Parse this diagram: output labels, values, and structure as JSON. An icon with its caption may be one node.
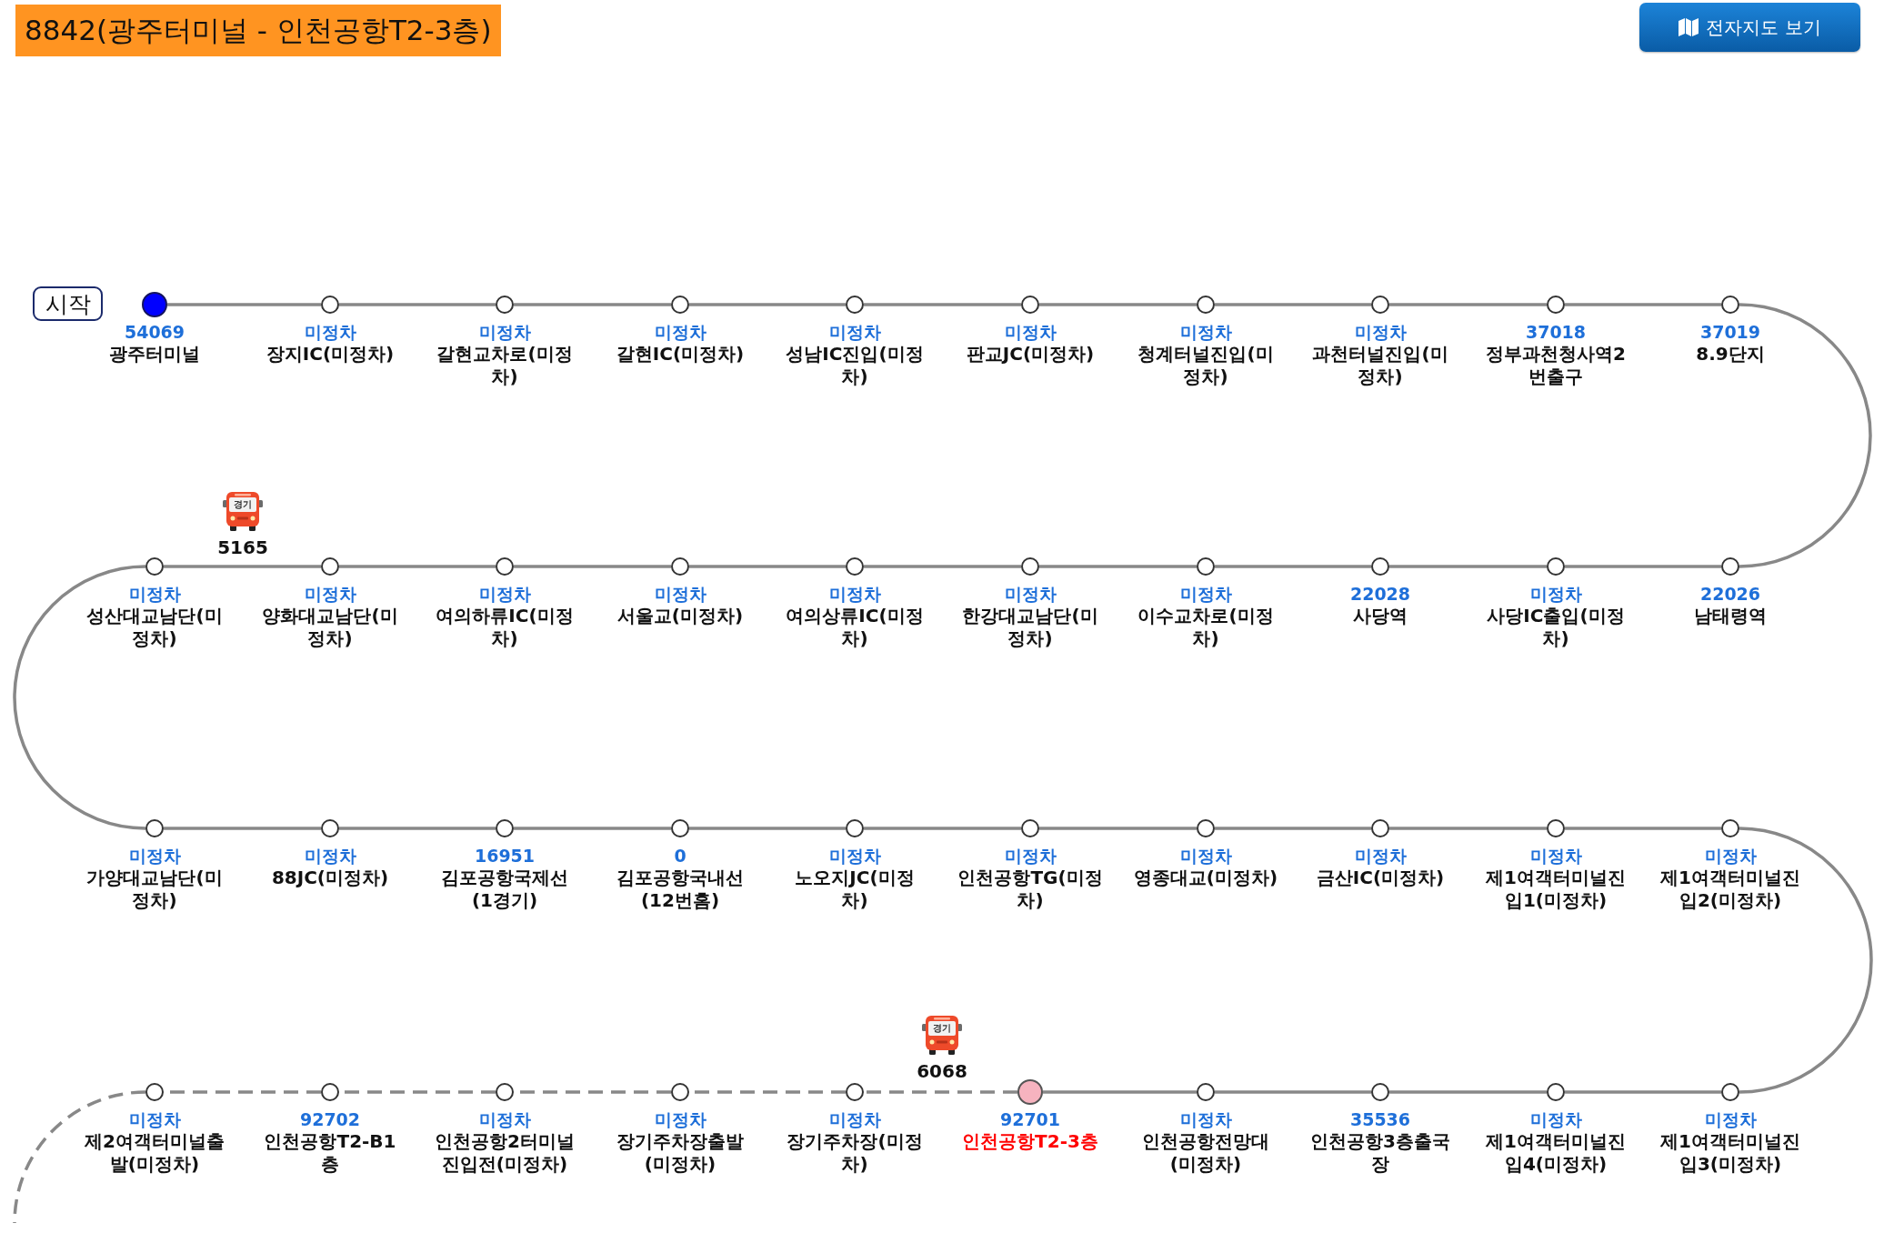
{
  "diagram": {
    "title": "8842(광주터미널 - 인천공항T2-3층)",
    "nodes": [
      {
        "text": [
          "시작"
        ]
      },
      {
        "text": [
          "54069",
          "광주터미널"
        ]
      },
      {
        "text": [
          "미정차",
          "장지IC(미정차)"
        ]
      },
      {
        "text": [
          "미정차",
          "갈현교차로(미정차)"
        ]
      },
      {
        "text": [
          "미정차",
          "갈현IC(미정차)"
        ]
      },
      {
        "text": [
          "미정차",
          "성남IC진입(미정차)"
        ]
      },
      {
        "text": [
          "미정차",
          "판교JC(미정차)"
        ]
      },
      {
        "text": [
          "미정차",
          "청계터널진입(미정차)"
        ]
      },
      {
        "text": [
          "미정차",
          "과천터널진입(미정차)"
        ]
      },
      {
        "text": [
          "37018",
          "정부과천청사역2번출구"
        ]
      },
      {
        "text": [
          "37019",
          "8.9단지"
        ]
      },
      {
        "text": [
          "22026",
          "남태령역"
        ]
      },
      {
        "text": [
          "미정차",
          "사당IC출입(미정차)"
        ]
      },
      {
        "text": [
          "22028",
          "사당역"
        ]
      },
      {
        "text": [
          "미정차",
          "이수교차로(미정차)"
        ]
      },
      {
        "text": [
          "미정차",
          "한강대교남단(미정차)"
        ]
      },
      {
        "text": [
          "미정차",
          "여의상류IC(미정차)"
        ]
      },
      {
        "text": [
          "미정차",
          "서울교(미정차)"
        ]
      },
      {
        "text": [
          "미정차",
          "여의하류IC(미정차)"
        ]
      },
      {
        "text": [
          "미정차",
          "양화대교남단(미정차)"
        ]
      },
      {
        "text": [
          "미정차",
          "성산대교남단(미정차)"
        ]
      },
      {
        "text": [
          "미정차",
          "가양대교남단(미정차)"
        ]
      },
      {
        "text": [
          "미정차",
          "88JC(미정차)"
        ]
      },
      {
        "text": [
          "16951",
          "김포공항국제선(1경기)"
        ]
      },
      {
        "text": [
          "0",
          "김포공항국내선(12번홈)"
        ]
      },
      {
        "text": [
          "미정차",
          "노오지JC(미정차)"
        ]
      },
      {
        "text": [
          "미정차",
          "인천공항TG(미정차)"
        ]
      },
      {
        "text": [
          "미정차",
          "영종대교(미정차)"
        ]
      },
      {
        "text": [
          "미정차",
          "금산IC(미정차)"
        ]
      },
      {
        "text": [
          "미정차",
          "제1여객터미널진입1(미정차)"
        ]
      },
      {
        "text": [
          "미정차",
          "제1여객터미널진입2(미정차)"
        ]
      },
      {
        "text": [
          "미정차",
          "제1여객터미널진입3(미정차)"
        ]
      },
      {
        "text": [
          "미정차",
          "제1여객터미널진입4(미정차)"
        ]
      },
      {
        "text": [
          "35536",
          "인천공항3층출국장"
        ]
      },
      {
        "text": [
          "미정차",
          "인천공항전망대(미정차)"
        ]
      },
      {
        "text": [
          "92701",
          "인천공항T2-3층"
        ]
      },
      {
        "text": [
          "미정차",
          "장기주차장(미정차)"
        ]
      },
      {
        "text": [
          "미정차",
          "장기주차장출발(미정차)"
        ]
      },
      {
        "text": [
          "미정차",
          "인천공항2터미널진입전(미정차)"
        ]
      },
      {
        "text": [
          "92702",
          "인천공항T2-B1층"
        ]
      },
      {
        "text": [
          "미정차",
          "제2여객터미널출발(미정차)"
        ]
      }
    ],
    "edges": [
      {
        "from": 1,
        "to": 2,
        "arrow": "none"
      },
      {
        "from": 2,
        "to": 3,
        "arrow": "none"
      },
      {
        "from": 3,
        "to": 4,
        "arrow": "none"
      },
      {
        "from": 4,
        "to": 5,
        "arrow": "none"
      },
      {
        "from": 5,
        "to": 6,
        "arrow": "none"
      },
      {
        "from": 6,
        "to": 7,
        "arrow": "none"
      },
      {
        "from": 7,
        "to": 8,
        "arrow": "none"
      },
      {
        "from": 8,
        "to": 9,
        "arrow": "none"
      },
      {
        "from": 9,
        "to": 10,
        "arrow": "none"
      },
      {
        "from": 10,
        "to": 11,
        "arrow": "none"
      },
      {
        "from": 11,
        "to": 12,
        "arrow": "none"
      },
      {
        "from": 12,
        "to": 13,
        "arrow": "none"
      },
      {
        "from": 13,
        "to": 14,
        "arrow": "none"
      },
      {
        "from": 14,
        "to": 15,
        "arrow": "none"
      },
      {
        "from": 15,
        "to": 16,
        "arrow": "none"
      },
      {
        "from": 16,
        "to": 17,
        "arrow": "none"
      },
      {
        "from": 17,
        "to": 18,
        "arrow": "none"
      },
      {
        "from": 18,
        "to": 19,
        "arrow": "none"
      },
      {
        "from": 19,
        "to": 20,
        "arrow": "none"
      },
      {
        "from": 20,
        "to": 21,
        "arrow": "none"
      },
      {
        "from": 21,
        "to": 22,
        "arrow": "none"
      },
      {
        "from": 22,
        "to": 23,
        "arrow": "none"
      },
      {
        "from": 23,
        "to": 24,
        "arrow": "none"
      },
      {
        "from": 24,
        "to": 25,
        "arrow": "none"
      },
      {
        "from": 25,
        "to": 26,
        "arrow": "none"
      },
      {
        "from": 26,
        "to": 27,
        "arrow": "none"
      },
      {
        "from": 27,
        "to": 28,
        "arrow": "none"
      },
      {
        "from": 28,
        "to": 29,
        "arrow": "none"
      },
      {
        "from": 29,
        "to": 30,
        "arrow": "none"
      },
      {
        "from": 30,
        "to": 31,
        "arrow": "none"
      },
      {
        "from": 31,
        "to": 32,
        "arrow": "none"
      },
      {
        "from": 32,
        "to": 33,
        "arrow": "none"
      },
      {
        "from": 33,
        "to": 34,
        "arrow": "none"
      },
      {
        "from": 34,
        "to": 35,
        "arrow": "none"
      },
      {
        "from": 35,
        "to": 36,
        "arrow": "none",
        "style": "dashed"
      },
      {
        "from": 36,
        "to": 37,
        "arrow": "none",
        "style": "dashed"
      },
      {
        "from": 37,
        "to": 38,
        "arrow": "none",
        "style": "dashed"
      },
      {
        "from": 38,
        "to": 39,
        "arrow": "none",
        "style": "dashed"
      },
      {
        "from": 39,
        "to": 40,
        "arrow": "none",
        "style": "dashed"
      },
      {
        "from": 40,
        "to": null,
        "arrow": "none",
        "style": "dashed"
      }
    ],
    "labels": [
      "전자지도 보기",
      "경기",
      "5165",
      "경기",
      "6068"
    ]
  }
}
